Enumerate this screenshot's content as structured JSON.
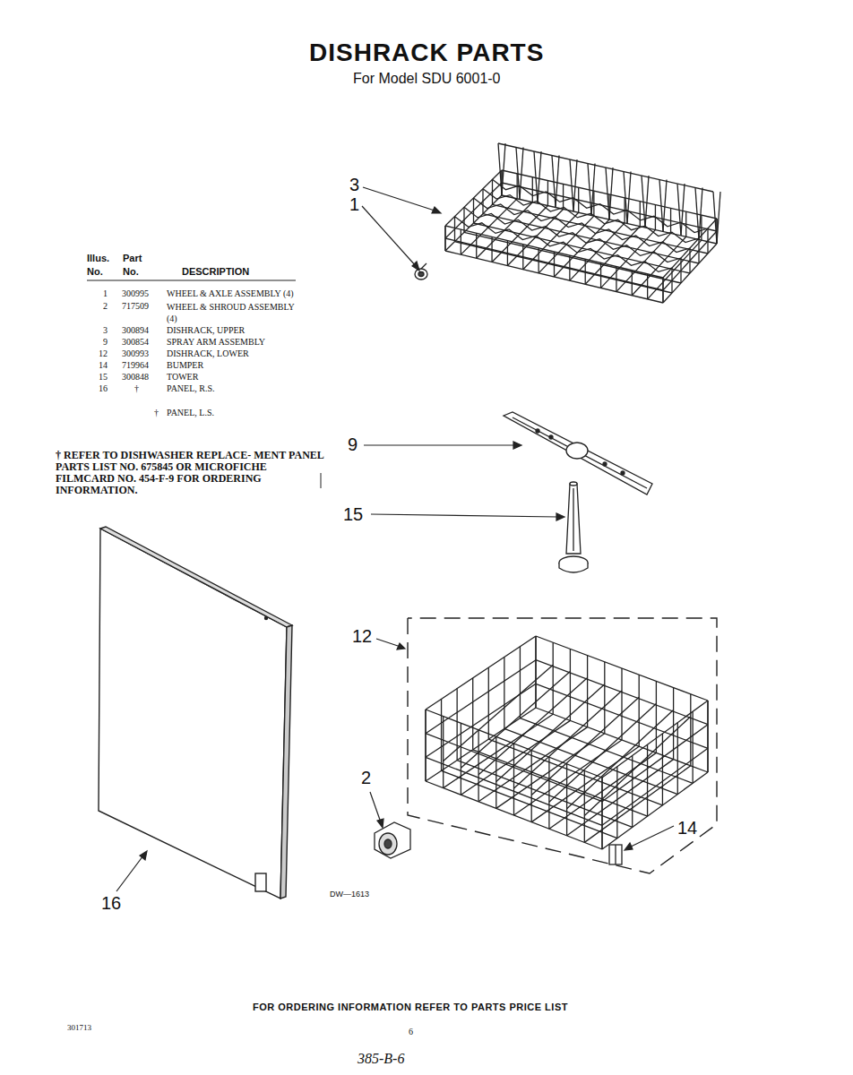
{
  "diagram": {
    "title": "DISHRACK PARTS",
    "labels": [
      "For Model SDU 6001-0",
      "Illus.",
      "Part",
      "No.",
      "No.",
      "DESCRIPTION",
      "1",
      "300995",
      "WHEEL & AXLE ASSEMBLY (4)",
      "2",
      "717509",
      "WHEEL & SHROUD ASSEMBLY (4)",
      "3",
      "300894",
      "DISHRACK, UPPER",
      "9",
      "300854",
      "SPRAY ARM ASSEMBLY",
      "12",
      "300993",
      "DISHRACK, LOWER",
      "14",
      "719964",
      "BUMPER",
      "15",
      "300848",
      "TOWER",
      "16",
      "†",
      "PANEL, R.S.",
      "†",
      "PANEL, L.S.",
      "† REFER TO DISHWASHER REPLACE- MENT PANEL PARTS LIST NO. 675845 OR MICROFICHE FILMCARD NO. 454-F-9 FOR ORDERING INFORMATION.",
      "3",
      "1",
      "9",
      "15",
      "12",
      "2",
      "14",
      "16",
      "DW—1613",
      "FOR ORDERING INFORMATION REFER TO PARTS PRICE LIST",
      "301713",
      "6",
      "385-B-6"
    ]
  }
}
